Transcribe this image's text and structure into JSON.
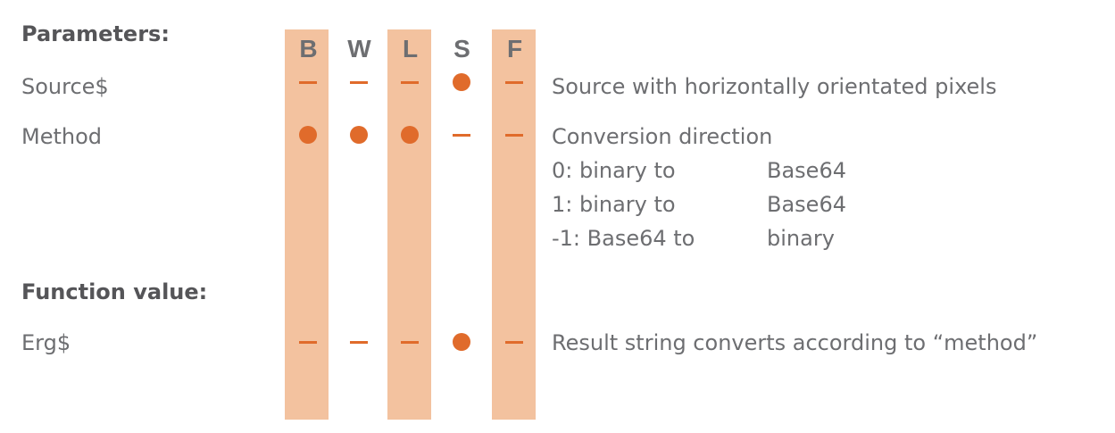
{
  "colors": {
    "band": "#f3c29f",
    "marker": "#e06b2b",
    "text": "#6d6e71",
    "heading": "#555558"
  },
  "columns": [
    {
      "key": "B",
      "label": "B",
      "highlighted": true
    },
    {
      "key": "W",
      "label": "W",
      "highlighted": false
    },
    {
      "key": "L",
      "label": "L",
      "highlighted": true
    },
    {
      "key": "S",
      "label": "S",
      "highlighted": false
    },
    {
      "key": "F",
      "label": "F",
      "highlighted": true
    }
  ],
  "sections": {
    "parameters": "Parameters:",
    "function_value": "Function value:"
  },
  "rows": [
    {
      "name": "Source$",
      "marks": [
        "dash",
        "dash",
        "dash",
        "dot",
        "dash"
      ],
      "description": "Source with horizontally orientated pixels"
    },
    {
      "name": "Method",
      "marks": [
        "dot",
        "dot",
        "dot",
        "dash",
        "dash"
      ],
      "description": "Conversion direction"
    },
    {
      "name": "Erg$",
      "marks": [
        "dash",
        "dash",
        "dash",
        "dot",
        "dash"
      ],
      "description": "Result string converts according to “method”"
    }
  ],
  "method_options": [
    {
      "left": "0: binary to",
      "right": "Base64"
    },
    {
      "left": "1: binary to",
      "right": "Base64"
    },
    {
      "left": "-1: Base64 to",
      "right": "binary"
    }
  ]
}
